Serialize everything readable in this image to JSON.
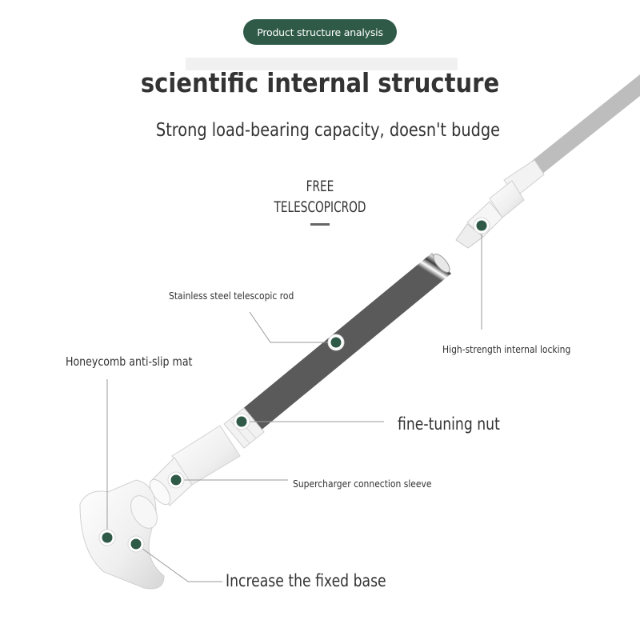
{
  "header": {
    "badge": "Product structure analysis",
    "title": "scientific internal structure",
    "subtitle": "Strong load-bearing capacity, doesn't budge"
  },
  "product_name": {
    "line1": "FREE",
    "line2": "TELESCOPICROD"
  },
  "callouts": {
    "steel_rod": "Stainless steel telescopic rod",
    "internal_locking": "High-strength internal locking",
    "anti_slip_mat": "Honeycomb anti-slip mat",
    "tuning_nut": "fine-tuning nut",
    "connection_sleeve": "Supercharger connection sleeve",
    "fixed_base": "Increase the fixed base"
  },
  "colors": {
    "accent": "#2f5a48",
    "marker_ring": "#ffffff",
    "leader_line": "#9a9a9a"
  }
}
